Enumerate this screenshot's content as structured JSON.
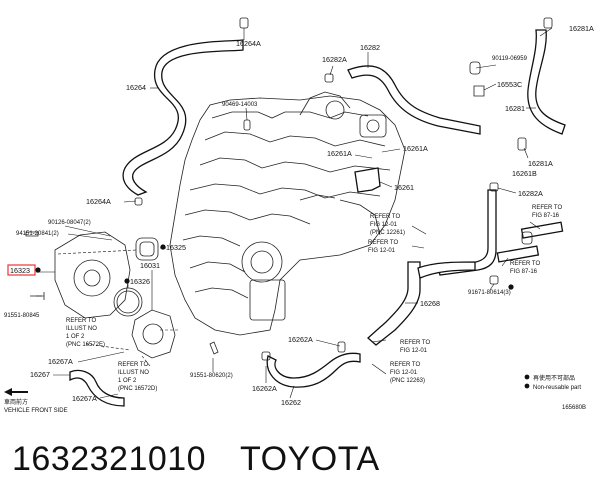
{
  "parts": {
    "p16264A_top": "16264A",
    "p16282": "16282",
    "p16281A_top": "16281A",
    "p16282A_top": "16282A",
    "p16264": "16264",
    "p90119": "90119-06959",
    "p16553C": "16553C",
    "p90469": "90469-14003",
    "p16281": "16281",
    "p16261A_1": "16261A",
    "p16261A_2": "16261A",
    "p16281A_mid": "16281A",
    "p16261B": "16261B",
    "p16261": "16261",
    "p16282A_mid": "16282A",
    "p16264A_mid": "16264A",
    "p90126": "90126-08047(2)",
    "p94151": "94151-20841(2)",
    "p16325": "16325",
    "p16323": "16323",
    "p16031": "16031",
    "p16326": "16326",
    "p91551_1": "91551-80845",
    "p91671": "91671-80614(3)",
    "p16268": "16268",
    "p16262A": "16262A",
    "p91551_2": "91551-80620(2)",
    "p16267A_1": "16267A",
    "p16267": "16267",
    "p16262A_2": "16262A",
    "p16267A_2": "16267A",
    "p16262": "16262"
  },
  "refs": {
    "r1_l1": "REFER TO",
    "r1_l2": "FIG 12-01",
    "r1_l3": "(PNC 12261)",
    "r2_l1": "REFER TO",
    "r2_l2": "FIG 12-01",
    "r3_l1": "REFER TO",
    "r3_l2": "FIG 87-16",
    "r4_l1": "REFER TO",
    "r4_l2": "FIG 87-16",
    "r5_l1": "REFER TO",
    "r5_l2": "ILLUST NO",
    "r5_l3": "1 OF 2",
    "r5_l4": "(PNC 16572E)",
    "r6_l1": "REFER TO",
    "r6_l2": "ILLUST NO",
    "r6_l3": "1 OF 2",
    "r6_l4": "(PNC 16572D)",
    "r7_l1": "REFER TO",
    "r7_l2": "FIG 12-01",
    "r8_l1": "REFER TO",
    "r8_l2": "FIG 12-01",
    "r8_l3": "(PNC 12263)"
  },
  "legend": {
    "reuse_jp": "再使用不可部品",
    "reuse_en": "Non-reusable part"
  },
  "front": {
    "jp": "車両前方",
    "en": "VEHICLE FRONT SIDE"
  },
  "figure_code": "165680B",
  "caption": {
    "part_number": "1632321010",
    "brand": "TOYOTA"
  }
}
